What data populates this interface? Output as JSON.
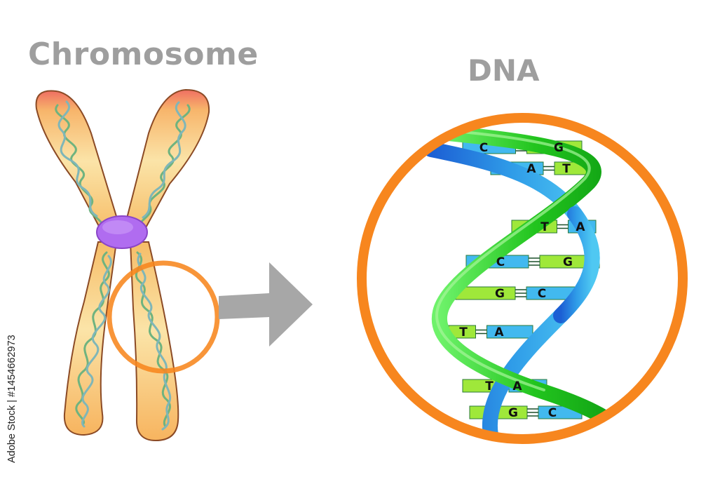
{
  "titles": {
    "chromosome": "Chromosome",
    "dna": "DNA"
  },
  "watermark": "Adobe Stock | #1454662973",
  "colors": {
    "title_gray": "#9e9e9e",
    "chromosome_fill": "#f7c46f",
    "chromosome_tip": "#f07663",
    "centromere": "#b36cf2",
    "magnifier_ring": "#f7861e",
    "arrow": "#a7a7a7",
    "dna_green": "#22c41e",
    "dna_blue": "#1f8ce6"
  },
  "dna_base_pairs": [
    {
      "left": "C",
      "right": "G",
      "bond": "triple"
    },
    {
      "left": "A",
      "right": "T",
      "bond": "double"
    },
    {
      "left": "T",
      "right": "A",
      "bond": "double"
    },
    {
      "left": "C",
      "right": "G",
      "bond": "triple"
    },
    {
      "left": "G",
      "right": "C",
      "bond": "triple"
    },
    {
      "left": "T",
      "right": "A",
      "bond": "double"
    },
    {
      "left": "T",
      "right": "A",
      "bond": "double"
    },
    {
      "left": "G",
      "right": "C",
      "bond": "triple"
    }
  ]
}
